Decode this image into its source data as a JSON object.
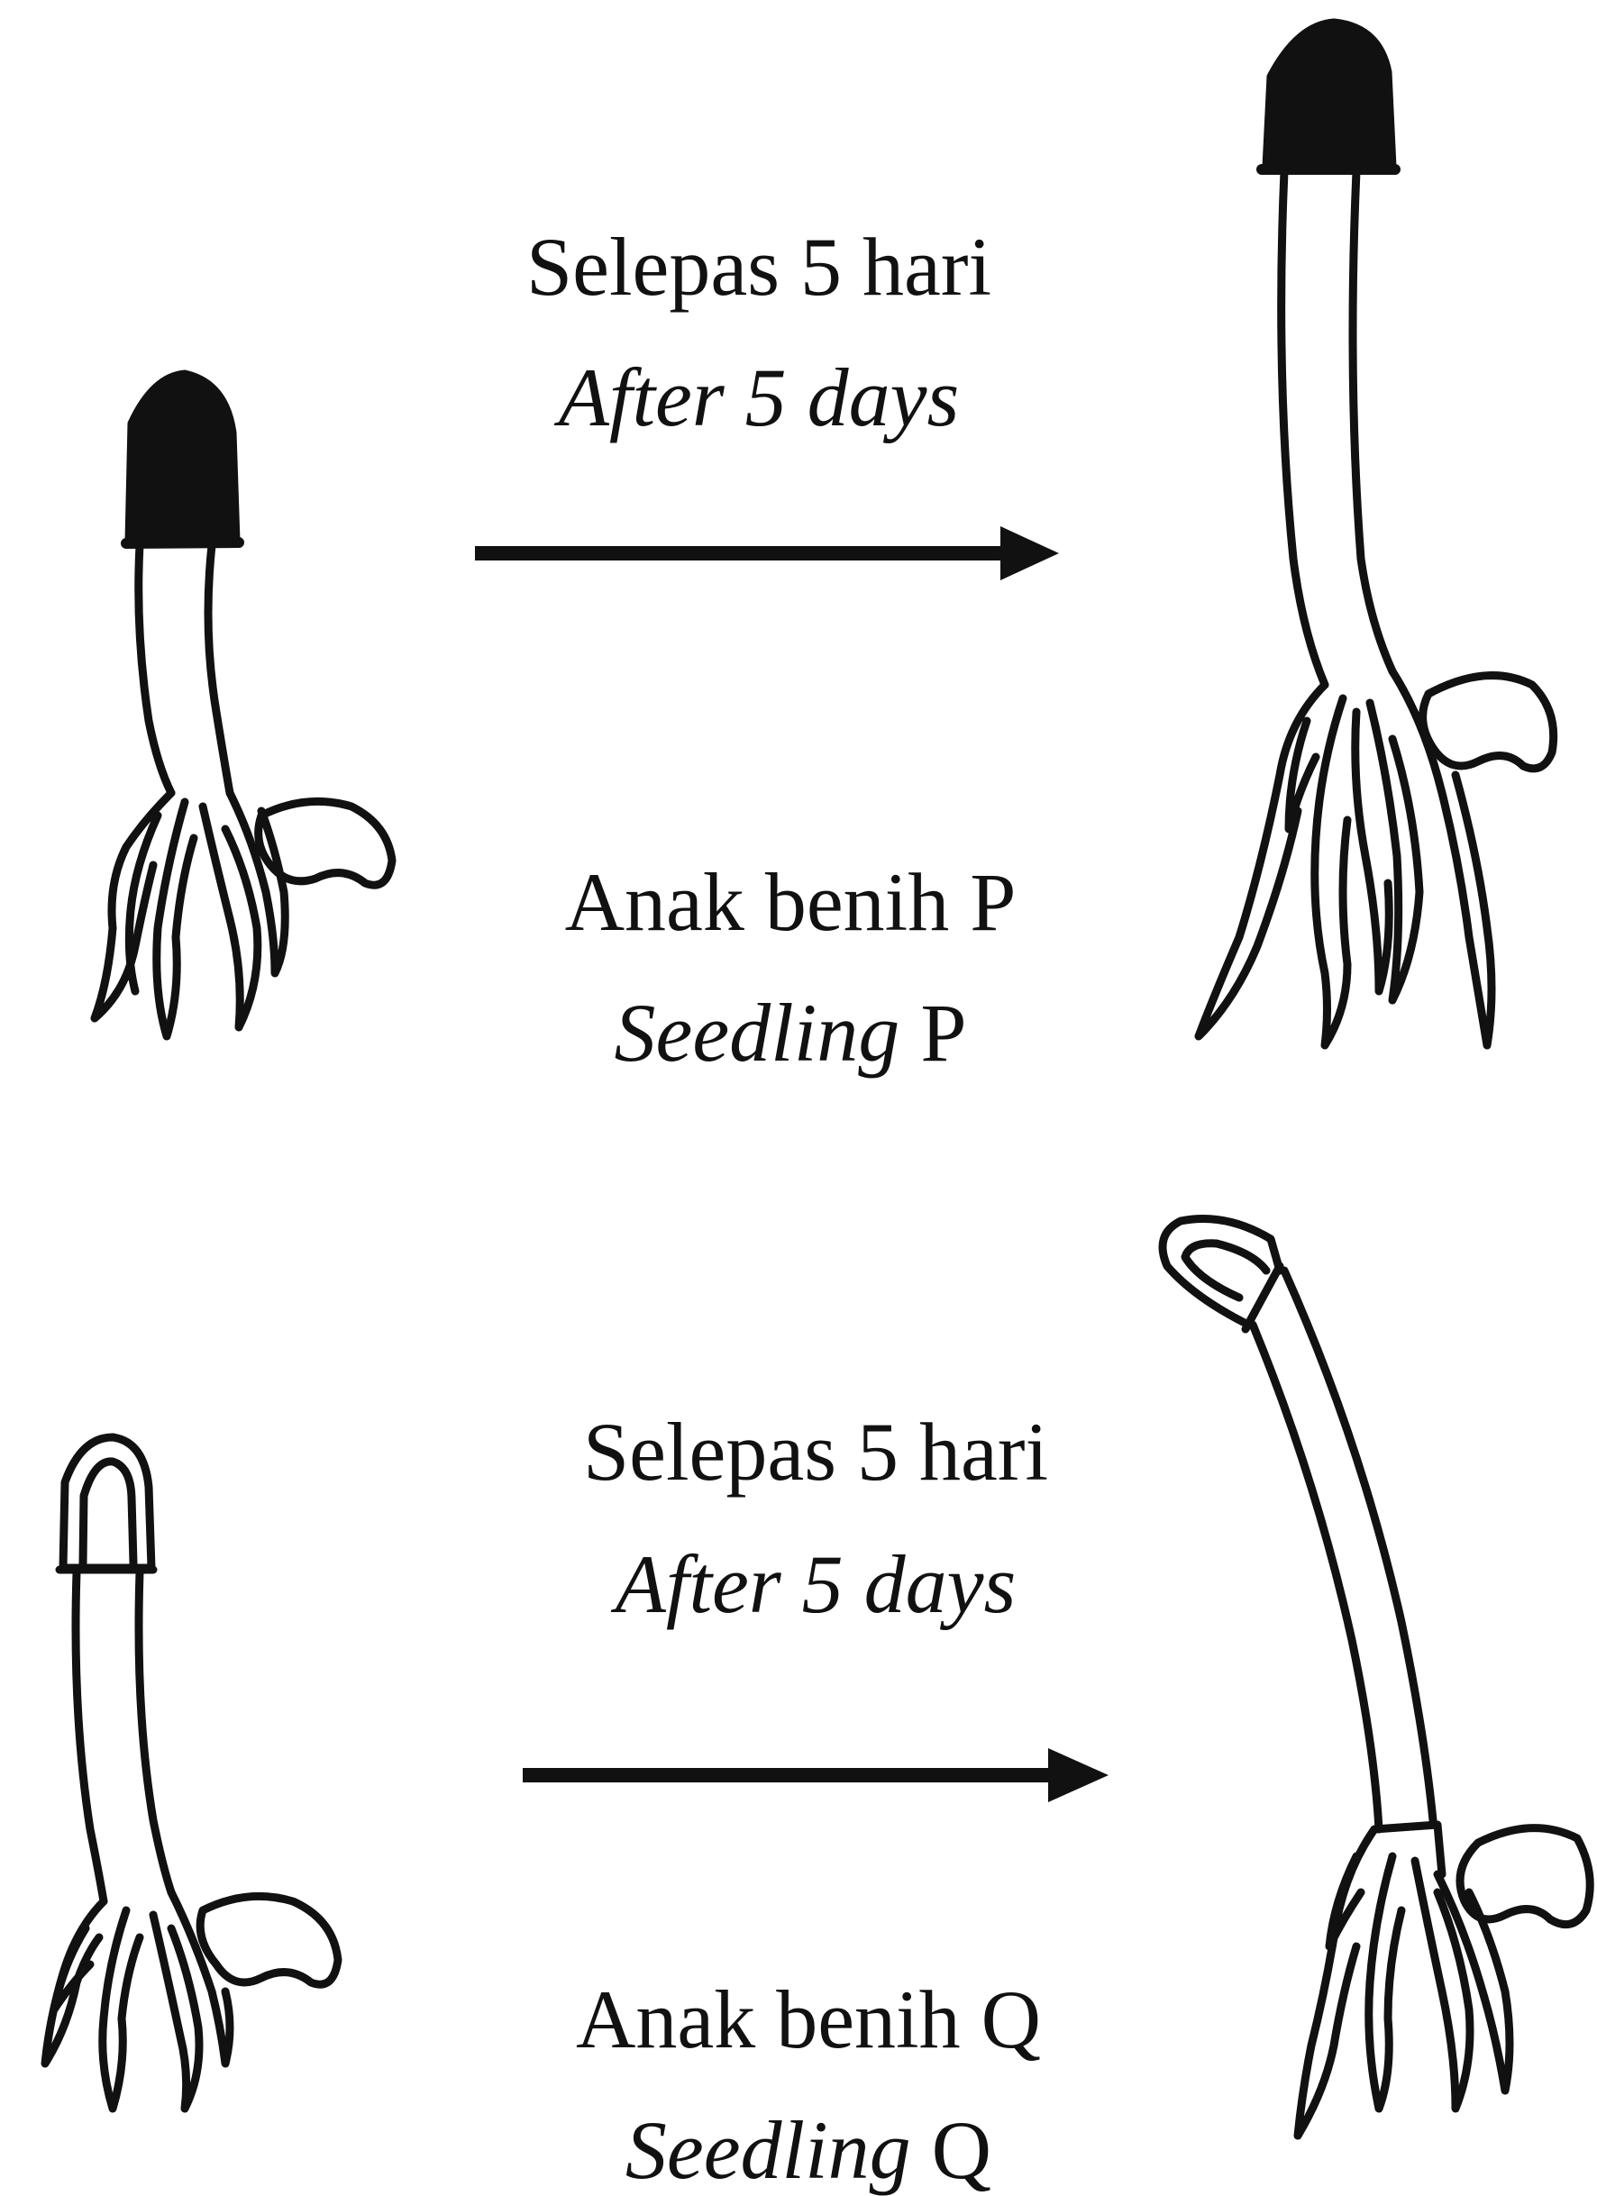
{
  "panel_p": {
    "time_label_ms": "Selepas 5 hari",
    "time_label_en": "After 5 days",
    "seedling_label_ms": "Anak benih P",
    "seedling_label_en_word": "Seedling",
    "seedling_label_en_letter": "P"
  },
  "panel_q": {
    "time_label_ms": "Selepas 5 hari",
    "time_label_en": "After 5 days",
    "seedling_label_ms": "Anak benih Q",
    "seedling_label_en_word": "Seedling",
    "seedling_label_en_letter": "Q"
  },
  "colors": {
    "ink": "#111111",
    "background": "#ffffff"
  }
}
